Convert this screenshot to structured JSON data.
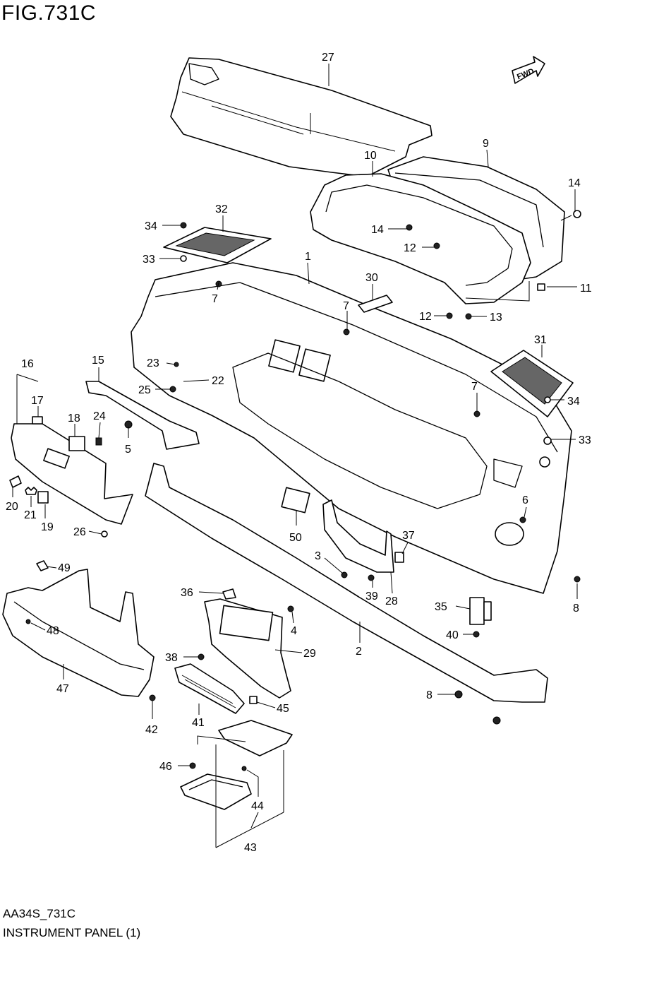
{
  "figure_title": "FIG.731C",
  "fwd_label": "FWD",
  "code": "AA34S_731C",
  "panel_name": "INSTRUMENT PANEL (1)",
  "callouts": {
    "p27": "27",
    "p9": "9",
    "p10": "10",
    "p14a": "14",
    "p14b": "14",
    "p12a": "12",
    "p12b": "12",
    "p13": "13",
    "p11": "11",
    "p32": "32",
    "p34a": "34",
    "p33a": "33",
    "p1": "1",
    "p30": "30",
    "p7a": "7",
    "p7b": "7",
    "p7c": "7",
    "p31": "31",
    "p34b": "34",
    "p33b": "33",
    "p16": "16",
    "p17": "17",
    "p18": "18",
    "p24": "24",
    "p15": "15",
    "p23": "23",
    "p22": "22",
    "p25": "25",
    "p5": "5",
    "p20": "20",
    "p21": "21",
    "p19": "19",
    "p26": "26",
    "p6": "6",
    "p8a": "8",
    "p8b": "8",
    "p50": "50",
    "p3": "3",
    "p37": "37",
    "p39": "39",
    "p28": "28",
    "p49": "49",
    "p48": "48",
    "p47": "47",
    "p36": "36",
    "p4": "4",
    "p2": "2",
    "p35": "35",
    "p40": "40",
    "p29": "29",
    "p38": "38",
    "p42": "42",
    "p41": "41",
    "p45": "45",
    "p46": "46",
    "p44": "44",
    "p43": "43"
  }
}
